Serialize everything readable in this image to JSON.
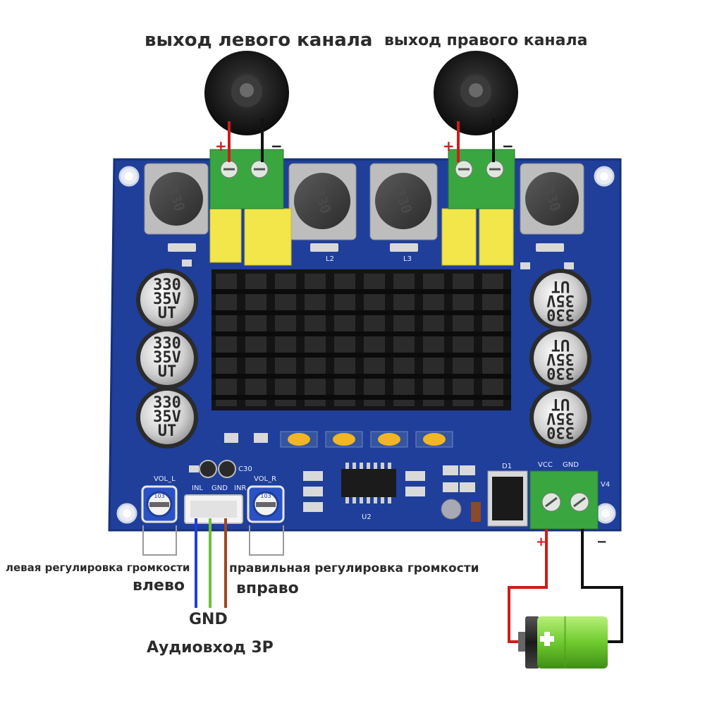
{
  "labels": {
    "left_output": "выход левого канала",
    "right_output": "выход правого канала",
    "left_volume": "левая регулировка громкости",
    "left": "влево",
    "right_volume": "правильная регулировка громкости",
    "right": "вправо",
    "gnd": "GND",
    "audio_in": "Аудиовход 3P"
  },
  "board": {
    "inductor_marking": "330",
    "cap_value": "330",
    "cap_voltage": "35V",
    "cap_series": "UT",
    "vol_l": "VOL_L",
    "vol_r": "VOL_R",
    "inl": "INL",
    "gnd": "GND",
    "inr": "INR",
    "vcc": "VCC",
    "pwr_gnd": "GND",
    "c30": "C30",
    "v4": "V4",
    "l2": "L2",
    "l3": "L3",
    "d1": "D1",
    "u2": "U2",
    "pot_marking": "103"
  },
  "polarity": {
    "plus": "+",
    "minus": "−"
  },
  "colors": {
    "board": "#1f3f9a",
    "terminal": "#3aa640",
    "film_cap": "#f2e64a",
    "heatsink": "#151515",
    "wire_red": "#d01b1b",
    "wire_black": "#111111",
    "wire_blue": "#1c3fd6",
    "wire_green": "#6cc23a",
    "wire_brown": "#a0461e",
    "battery": "#7fd33a"
  }
}
